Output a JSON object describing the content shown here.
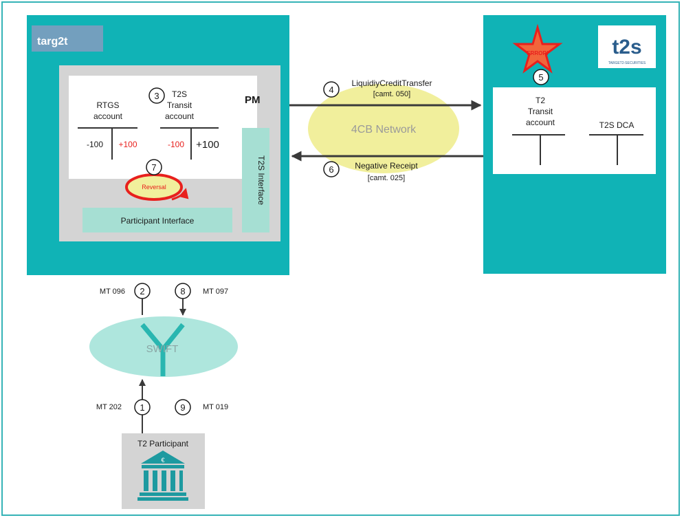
{
  "colors": {
    "teal": "#10b3b6",
    "gray_box": "#d4d4d4",
    "interface_green": "#a6dfd3",
    "network_yellow": "#f1ef9c",
    "swift_ellipse": "#aee6dd",
    "red": "#e8201d",
    "star_fill": "#f2653b"
  },
  "target2": {
    "logo_text": "targ2t",
    "pm_label": "PM",
    "rtgs_account": [
      "RTGS",
      "account"
    ],
    "rtgs_debit": "-100",
    "rtgs_credit": "+100",
    "transit_account": [
      "T2S",
      "Transit",
      "account"
    ],
    "transit_debit": "-100",
    "transit_credit": "+100",
    "t2s_interface": "T2S Interface",
    "participant_interface": "Participant Interface",
    "reversal": "Reversal"
  },
  "t2s": {
    "logo_text": "t2s",
    "logo_sub": "TARGET2-SECURITIES",
    "error_label": "ERROR!",
    "transit_account": [
      "T2",
      "Transit",
      "account"
    ],
    "dca_account": "T2S DCA"
  },
  "network": {
    "label": "4CB Network",
    "msg_forward": [
      "LiquidiyCreditTransfer",
      "[camt. 050]"
    ],
    "msg_back": [
      "Negative Receipt",
      "[camt. 025]"
    ]
  },
  "swift": {
    "label": "SWIFT",
    "mt096": "MT 096",
    "mt097": "MT 097",
    "mt202": "MT 202",
    "mt019": "MT 019"
  },
  "participant": {
    "label": "T2 Participant",
    "euro": "€"
  },
  "steps": {
    "s1": "1",
    "s2": "2",
    "s3": "3",
    "s4": "4",
    "s5": "5",
    "s6": "6",
    "s7": "7",
    "s8": "8",
    "s9": "9"
  }
}
